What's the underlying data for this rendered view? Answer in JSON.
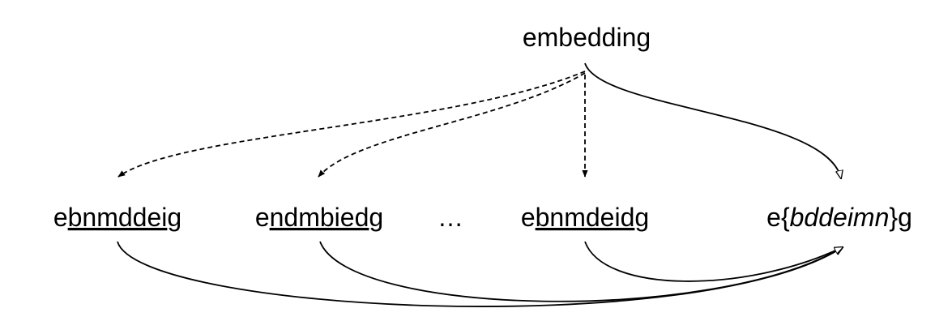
{
  "root": {
    "text": "embedding"
  },
  "words": [
    {
      "prefix": "e",
      "middle": "bnmddei",
      "suffix": "g",
      "middle_style": "underline"
    },
    {
      "prefix": "e",
      "middle": "ndmbied",
      "suffix": "g",
      "middle_style": "underline"
    },
    {
      "text": "…"
    },
    {
      "prefix": "e",
      "middle": "bnmdeid",
      "suffix": "g",
      "middle_style": "underline"
    },
    {
      "prefix": "e{",
      "middle": "bddeimn",
      "suffix": "}g",
      "middle_style": "italic"
    }
  ],
  "edges": {
    "dashed": [
      "root->word0",
      "root->word1",
      "root->word3"
    ],
    "solid": [
      "root->word4",
      "word0->word4",
      "word1->word4",
      "word3->word4"
    ]
  }
}
